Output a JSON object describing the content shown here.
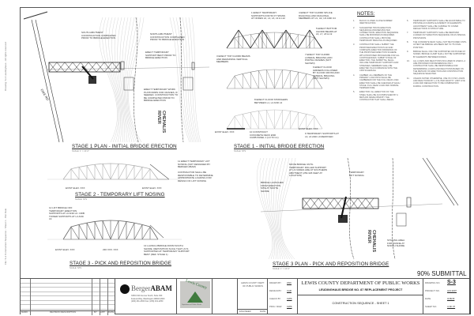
{
  "side_labels": [
    "Drawing: S-3 Leudinghaus - All rights reserved",
    "File: S-3 Construction Sequence - Sheet 1 - Plot Date"
  ],
  "stage1_plan": {
    "title": "STAGE 1 PLAN - INITIAL BRIDGE ERECTION",
    "scale": "SCALE: 1\" = 10'-0\"",
    "callouts": [
      "SOUTH ABUTMENT CONSTRUCTION COMPLETED PRIOR TO BRIDGE ERECTION",
      "NORTH ABUTMENT CONSTRUCTION COMPLETED PRIOR TO BRIDGE ERECTION",
      "ERECT TEMPORARY SUPPORT BENT PRIOR TO BRIDGE ERECTION",
      "ERECT TEMPORARY WORK PLATFORMS FOR CRANES, IF NEEDED. CONSTRUCTION TO BE COMPLETED PRIOR TO BRIDGE ERECTION"
    ],
    "road": "DIKE RD",
    "river": "CHEHALIS RIVER"
  },
  "stage1_elev": {
    "title": "STAGE 1 - INITIAL BRIDGE ERECTION",
    "scale": "SCALE: NTS",
    "callouts": [
      "1 ERECT TEMPORARY SUPPORTS FOR 50 FT SPANS AT NODES L0, L3, L6, L9 & L12",
      "4 ERECT TOP CHORD SPLICE DIAGONAL AND DIAGONAL MEMBERS AT U1, U2, U3 AND U4",
      "5 ERECT BOTTOM CHORD BEAMS AT L6, L7, L8 & L9",
      "3 ERECT TOP CHORD BEAMS AND REMAINING VERTICAL MEMBERS",
      "7 ERECT TOP CHORD LATERAL BRACING AND PORTAL FRAMES (NOT SHOWN)",
      "6 ERECT FLOOR GIRDERS FOLLOWED BY FLOOR CROSS AND LATERAL BRACING (NOT SHOWN)",
      "8 ERECT FLOOR STRINGERS BETWEEN L1, L2 AND L3",
      "10 CONSTRUCT CONCRETE DECK END CURB PANEL 1 (L0 TO L1)",
      "9 TEMPORARY SUPPORTS AT L3, L6 AND L9 REMOVED"
    ],
    "labels": [
      "EXIST ELEV. XXX",
      "EXIST ELEV. XXX"
    ]
  },
  "stage2": {
    "title": "STAGE 2 - TEMPORARY LIFT NOSING",
    "scale": "SCALE: NTS",
    "callouts": [
      "11 ERECT TEMPORARY LIFT NOSING (NOT DESIGNED BY BERGER ABAM)",
      "CONTRACTOR SHALL BE RESPONSIBLE TO DETERMINE APPROPRIATE LOADING FOR DESIGN OF LIFT NOSING"
    ],
    "labels": [
      "EXIST ELEV. XXX",
      "EXIST ELEV. XXX"
    ]
  },
  "stage3_elev": {
    "title": "STAGE 3 - PICK AND REPOSITION BRIDGE",
    "scale": "SCALE: NTS",
    "callouts": [
      "12 LIFT BRIDGE OFF TEMPORARY ERECTION SUPPORTS AT L0 AND L6. CRIB TOWER SUPPORTS AT L3 AND L9",
      "13 LAUNCH BRIDGE FROM SOUTH SHORE. REPOSITION SUCH THAT L6 IS SUPPORTED AT TEMPORARY SUPPORT BENT (REF. STAGE 1)"
    ],
    "labels": [
      "EXIST ELEV. XXX",
      "230 XXX. XXX"
    ]
  },
  "stage3_plan": {
    "title": "STAGE 3 PLAN - PICK AND REPOSITION BRIDGE",
    "scale": "SCALE: 1\" = 10'-0\"",
    "callouts": [
      "MOVE BRIDGE UNTIL TEMPORARY ROLLER SUPPORT AT L6 NODES ARE AT SOUTHERN ABUTMENT (250-326 FEET AT LOCATION)",
      "BRIDGE LAUNCHED FROM ERECTION SITE AT SOUTH SHORE",
      "TEMPORARY LIFT NOSING",
      "STAGING AREA FOR CRANE AT NORTH SHORE"
    ],
    "river": "CHEHALIS RIVER"
  },
  "notes": {
    "heading": "NOTES:",
    "items": [
      {
        "n": "1.",
        "t": "BLOCK CLOSES CLOSE NUMBER IDENTIFICATION."
      },
      {
        "n": "2.",
        "t": "SUGGESTED TRUSS ERECTION SEQUENCE ASSUMES BOLTED CONNECTIONS. ERECTION SEQUENCE SHALL BE MODIFIED AS REQUIRED. CONTRACTOR SHALL PROVIDE TEMPORARY BRACING AS REQUIRED."
      },
      {
        "n": "3.",
        "t": "CONTRACTOR SHALL SUBMIT THE PROPOSED ERECTION PLAN AND COMPLETE ERECTION DRAWINGS OF THE PROPOSED ERECTION SCHEME. WITH PROPOSED PROCEDURE FOR ALL CONTINGENCIES. SUBMIT STAGE OF ERECTION. THE SUBMITTAL SHALL INCLUDE TEMPORARY SUPPORTS AND STRESSES. MEMBERS SHALL BE ERECTED IN ACCORDANCE WITH THE CPM SCHEDULE."
      },
      {
        "n": "4.",
        "t": "CAMBER: ALL MEMBERS OF THE PRIMARY LOAD PATH SHALL BE CAMBERED FOR THE FULL DEAD LOAD. ERECTION SHALL BE CHECKED AT EACH STAGE. FULL DEAD LOAD AND NORMAL TEMPERATURE."
      },
      {
        "n": "5.",
        "t": "ERECTION: ALL ERECTION OF THE STEEL SHALL BE ACCOMPLISHED BY A METHOD DEVELOPED BY THE CONTRACTOR THAT SHALL BEGIN."
      },
      {
        "n": "6.",
        "t": "TEMPORARY SUPPORTS SHALL BE ADJUSTABLE TO PROVIDE ACCURATE ALIGNMENT OF ELEMENTS. ADJUSTMENT SHALL BE CAPABLE TO COVER DEFLECTIONS IN STRUCTURE."
      },
      {
        "n": "7.",
        "t": "TEMPORARY SUPPORTS SHALL BE REMOVED LOADED OUT ERECTION SEQUENCE OR AS SPECIAL PROVISIONS."
      },
      {
        "n": "8.",
        "t": "THE CONCRETE DECK SHALL NOT BE POURED UNTIL AFTER THE BRIDGE HAS BEEN SET IN ITS FINAL POSITION."
      },
      {
        "n": "9.",
        "t": "BRIDGE SHALL ONLY BE SUPPORTED OR PICKED AT NODES. BRIDGE CLAMP SHALL NOT BE SUPPORTED BY ELEMENTS BETWEEN NODES."
      },
      {
        "n": "10.",
        "t": "ALL LOADS AND REACTIONS INCLUDED IN LINES 1-4 ARE PROVIDED FOR REFERENCE ONLY. CONTRACTOR SHALL BE RESPONSIBLE FOR DETERMINING LOADS AND REACTIONS BASED ON THE METHOD OF ERECTION AND CONSTRUCTION SEQUENCE SELECTED."
      },
      {
        "n": "11.",
        "t": "UNLESS NOTED OTHERWISE, USE XX.X KSF LOADS AND REACTIONS BY L-2 SL PER GRAVITY. LIMIT LIVE LOAD AND DEFLECTION TO BE COMBINATION DURING CONSTRUCTION."
      }
    ]
  },
  "submittal": "90% SUBMITTAL",
  "revision_table": {
    "headers": [
      "MARK",
      "REVISION DESCRIPTION",
      "BY",
      "APP",
      "DATE"
    ]
  },
  "firm": {
    "name_light": "Berger",
    "name_bold": "ABAM",
    "address": [
      "33301 9th Avenue South, Suite 300",
      "Federal Way, Washington 98003-2600",
      "(206) 431-2300   Fax: (206) 431-2250"
    ]
  },
  "county_logo": {
    "text": "Lewis County",
    "sub": "Department of Public Works"
  },
  "owner_box": {
    "text": "LEWIS COUNTY DEPT. OF PUBLIC WORKS",
    "engineer": "ENGINEER",
    "date": "DATE"
  },
  "signoff": [
    {
      "label": "DRAWN BY",
      "value": "LWC"
    },
    {
      "label": "DESIGN BY",
      "value": "CAR"
    },
    {
      "label": "CHECK BY",
      "value": "CWS"
    },
    {
      "label": "PROJ. MGR",
      "value": "CWS"
    }
  ],
  "title_block": {
    "org": "LEWIS COUNTY DEPARTMENT OF PUBLIC WORKS",
    "project": "LEUDINGHAUS BRIDGE NO. 87 REPLACEMENT PROJECT",
    "sheet_title": "CONSTRUCTION SEQUENCE - SHEET 1"
  },
  "drawing_info": [
    {
      "label": "DRAWING NO.",
      "value": "S-3"
    },
    {
      "label": "PROJECT NO.",
      "value": "A13.0207"
    },
    {
      "label": "DATE",
      "value": "3/18/15"
    },
    {
      "label": "SHEET NO.",
      "value": "4 OF 37"
    }
  ]
}
